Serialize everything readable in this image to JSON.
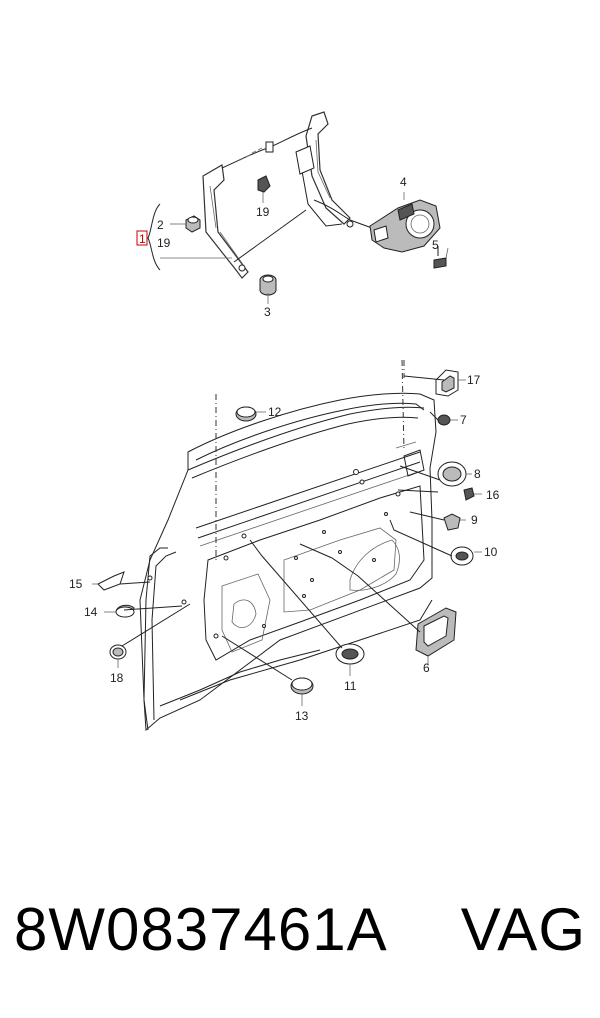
{
  "callouts": {
    "c1": "1",
    "c2": "2",
    "c3": "3",
    "c4": "4",
    "c5": "5",
    "c6": "6",
    "c7": "7",
    "c8": "8",
    "c9": "9",
    "c10": "10",
    "c11": "11",
    "c12": "12",
    "c13": "13",
    "c14": "14",
    "c15": "15",
    "c16": "16",
    "c17": "17",
    "c18": "18",
    "c19a": "19",
    "c19b": "19"
  },
  "footer": {
    "part_number": "8W0837461A",
    "brand": "VAG"
  },
  "colors": {
    "highlight": "#cc0000",
    "line": "#222222"
  }
}
